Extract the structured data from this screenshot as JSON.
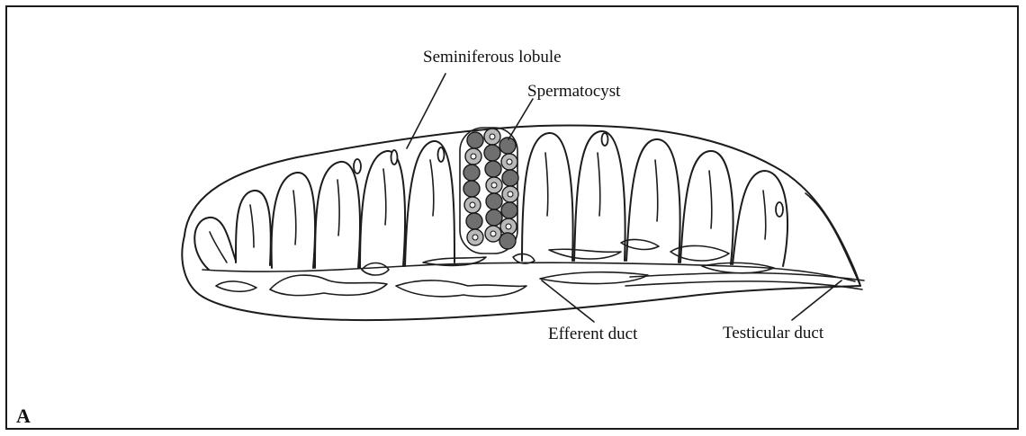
{
  "figure": {
    "panel_letter": "A",
    "labels": {
      "seminiferous_lobule": "Seminiferous lobule",
      "spermatocyst": "Spermatocyst",
      "efferent_duct": "Efferent duct",
      "testicular_duct": "Testicular duct"
    }
  },
  "colors": {
    "ink": "#1c1c1c",
    "background": "#ffffff"
  }
}
